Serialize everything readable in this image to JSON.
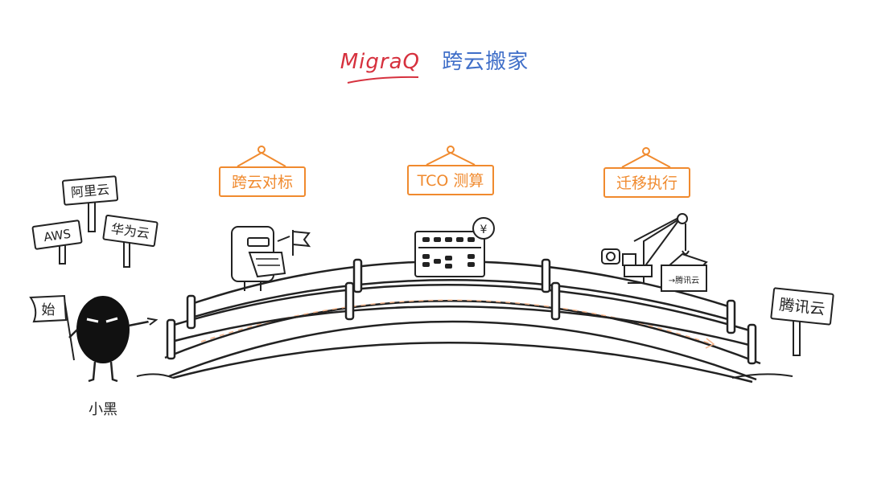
{
  "title": {
    "brand": "MigraQ",
    "subtitle": "跨云搬家"
  },
  "stages": [
    {
      "label": "跨云对标"
    },
    {
      "label": "TCO 测算"
    },
    {
      "label": "迁移执行"
    }
  ],
  "sources": {
    "top": "阿里云",
    "left": "AWS",
    "right": "华为云"
  },
  "destination": "腾讯云",
  "flag": "始",
  "character": "小黑",
  "money_symbol": "¥",
  "crate_label": "→腾讯云",
  "colors": {
    "brand": "#d6313e",
    "subtitle": "#3f6ec8",
    "accent": "#f08a2e",
    "ink": "#1a1a1a"
  }
}
